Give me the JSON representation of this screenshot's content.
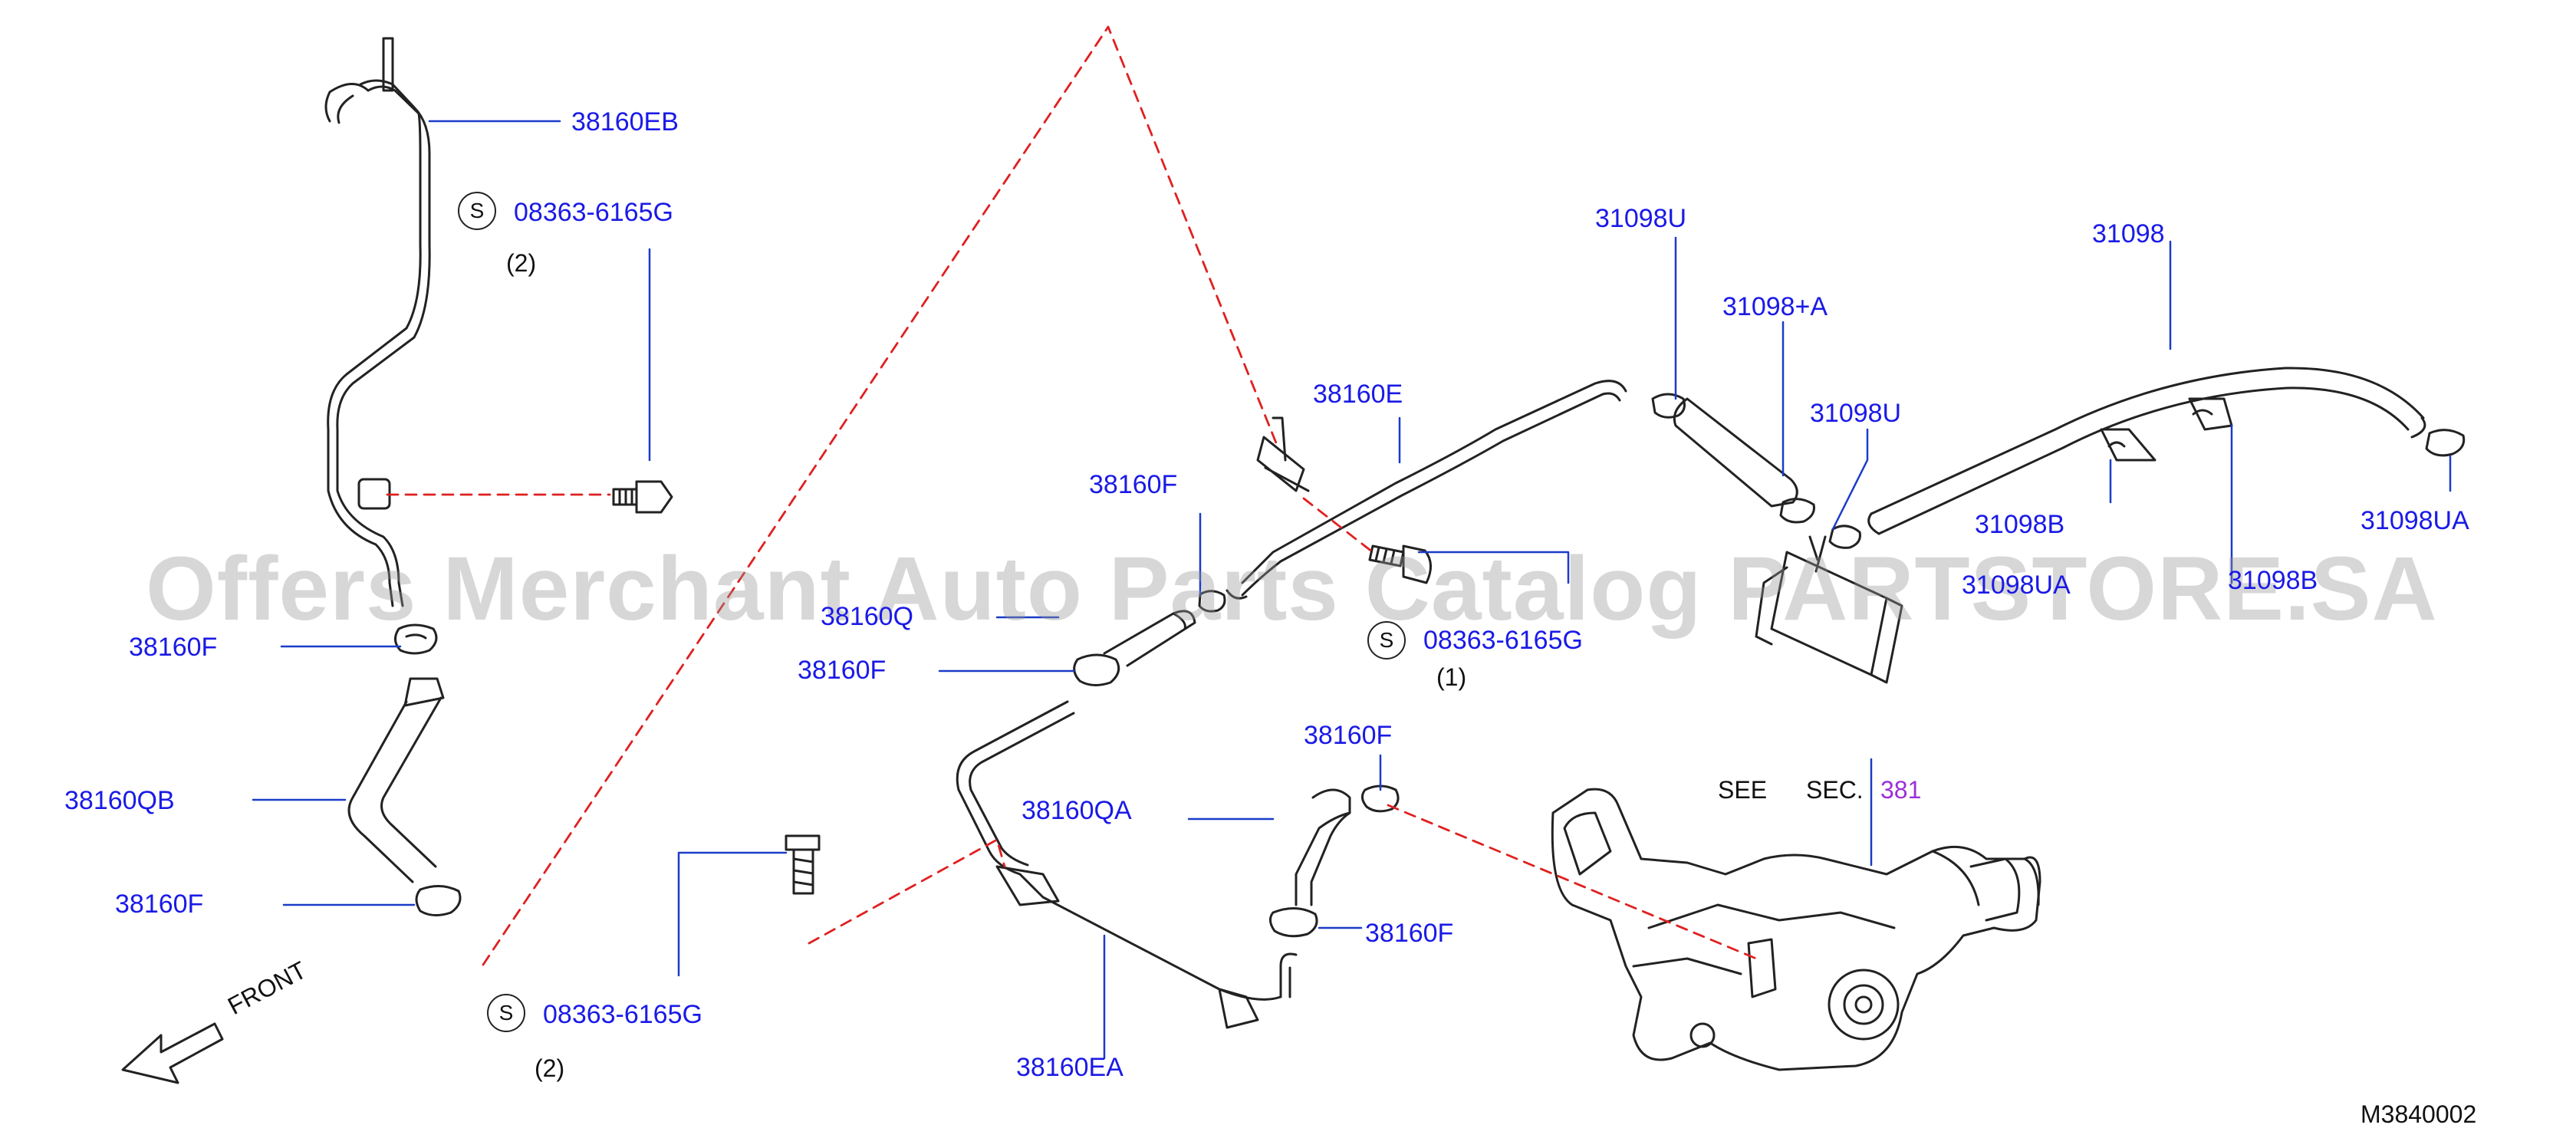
{
  "diagram": {
    "code": "M3840002",
    "watermark": "Offers Merchant Auto Parts Catalog PARTSTORE.SA",
    "front_label": "FRONT",
    "see_label": "SEE",
    "sec_label": "SEC.",
    "sec_number": "381",
    "screw_symbol": "S",
    "accent_blue": "#1a1ae6",
    "leader_red": "#e02020",
    "link_purple": "#9b2fd6"
  },
  "labels": {
    "p38160EB": "38160EB",
    "screw_top": "08363-6165G",
    "qty_top": "(2)",
    "p38160F_left": "38160F",
    "p38160QB": "38160QB",
    "p38160F_left_low": "38160F",
    "screw_bottom": "08363-6165G",
    "qty_bottom": "(2)",
    "p38160F_mid": "38160F",
    "p38160Q": "38160Q",
    "p38160F_mid2": "38160F",
    "p38160E": "38160E",
    "screw_mid": "08363-6165G",
    "qty_mid": "(1)",
    "p38160F_lower": "38160F",
    "p38160QA": "38160QA",
    "p38160F_lower2": "38160F",
    "p38160EA": "38160EA",
    "p31098U": "31098U",
    "p31098A": "31098+A",
    "p31098U_2": "31098U",
    "p31098": "31098",
    "p31098B": "31098B",
    "p31098UA": "31098UA",
    "p31098UA_2": "31098UA",
    "p31098B_2": "31098B"
  }
}
